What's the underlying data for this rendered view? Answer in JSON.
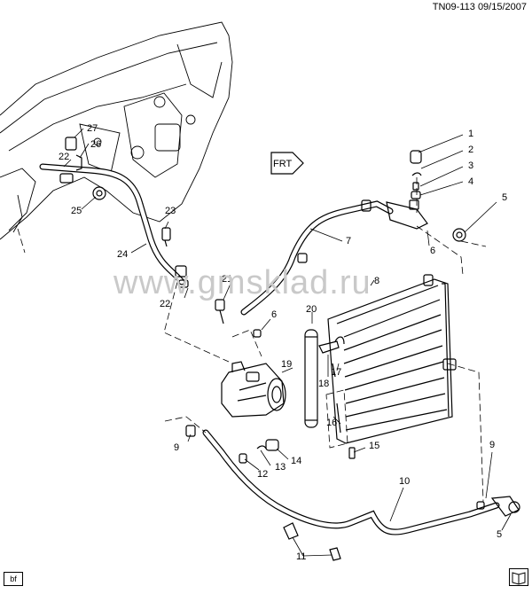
{
  "header": {
    "diagram_id": "TN09-113",
    "date": "09/15/2007"
  },
  "watermark": "www.gmsklad.ru",
  "corner_tag": "bf",
  "direction_label": "FRT",
  "callouts": [
    {
      "id": "c1",
      "num": "1"
    },
    {
      "id": "c2",
      "num": "2"
    },
    {
      "id": "c3",
      "num": "3"
    },
    {
      "id": "c4",
      "num": "4"
    },
    {
      "id": "c5a",
      "num": "5"
    },
    {
      "id": "c5b",
      "num": "5"
    },
    {
      "id": "c6a",
      "num": "6"
    },
    {
      "id": "c6b",
      "num": "6"
    },
    {
      "id": "c7",
      "num": "7"
    },
    {
      "id": "c8",
      "num": "8"
    },
    {
      "id": "c9a",
      "num": "9"
    },
    {
      "id": "c9b",
      "num": "9"
    },
    {
      "id": "c10",
      "num": "10"
    },
    {
      "id": "c11",
      "num": "11"
    },
    {
      "id": "c12",
      "num": "12"
    },
    {
      "id": "c13",
      "num": "13"
    },
    {
      "id": "c14",
      "num": "14"
    },
    {
      "id": "c15",
      "num": "15"
    },
    {
      "id": "c16",
      "num": "16"
    },
    {
      "id": "c17",
      "num": "17"
    },
    {
      "id": "c18",
      "num": "18"
    },
    {
      "id": "c19",
      "num": "19"
    },
    {
      "id": "c20",
      "num": "20"
    },
    {
      "id": "c21",
      "num": "21"
    },
    {
      "id": "c22a",
      "num": "22"
    },
    {
      "id": "c22b",
      "num": "22"
    },
    {
      "id": "c23",
      "num": "23"
    },
    {
      "id": "c24",
      "num": "24"
    },
    {
      "id": "c25",
      "num": "25"
    },
    {
      "id": "c26",
      "num": "26"
    },
    {
      "id": "c27",
      "num": "27"
    }
  ]
}
